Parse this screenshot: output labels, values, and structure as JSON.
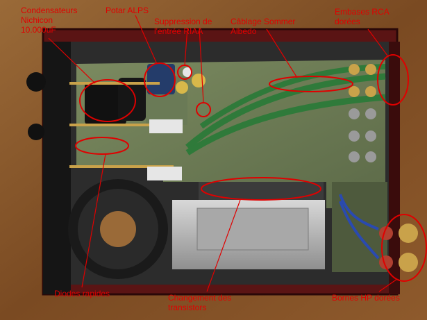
{
  "annotations": {
    "condensateurs": [
      "Condensateurs",
      "Nichicon",
      "10.000uF"
    ],
    "potar": "Potar ALPS",
    "suppression": [
      "Suppression de",
      "l'entrée RIAA"
    ],
    "cablage": [
      "Câblage Sommer",
      "Albedo"
    ],
    "embases": [
      "Embases RCA",
      "dorées"
    ],
    "diodes": "Diodes rapides",
    "changement": [
      "Changement des",
      "transistors"
    ],
    "bornes": "Bornes HP dorées"
  },
  "colors": {
    "annotation": "#e00000",
    "wood": "#8a5a2e",
    "chassis": "#5a1414",
    "pcb": "#6f7d55",
    "heatsink": "#b8b8b8",
    "cable": "#2f7a3a"
  }
}
